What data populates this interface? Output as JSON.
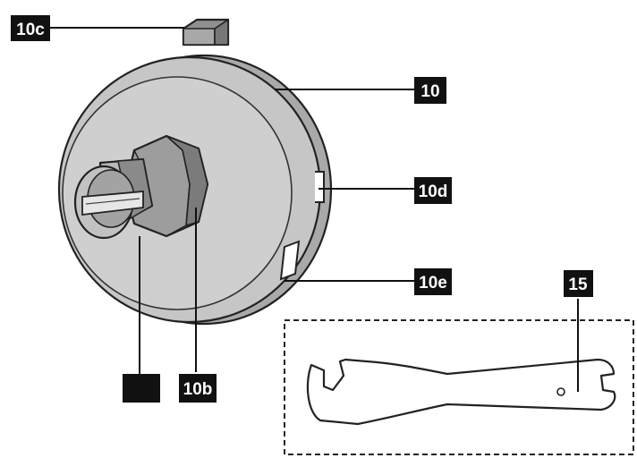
{
  "labels": {
    "c10c": "10c",
    "c10": "10",
    "c10d": "10d",
    "c10e": "10e",
    "c15": "15",
    "c10b": "10b",
    "blank": ""
  },
  "colors": {
    "body_gray": "#c4c4c4",
    "face_gray": "#cdcdcd",
    "nut_gray": "#9a9a9a",
    "dark_gray": "#7d7d7d",
    "label_bg": "#111111",
    "label_fg": "#ffffff",
    "outline": "#222222"
  },
  "icons": {
    "part": "motor-drive-unit-drawing",
    "tool": "open-end-wrench-drawing"
  }
}
